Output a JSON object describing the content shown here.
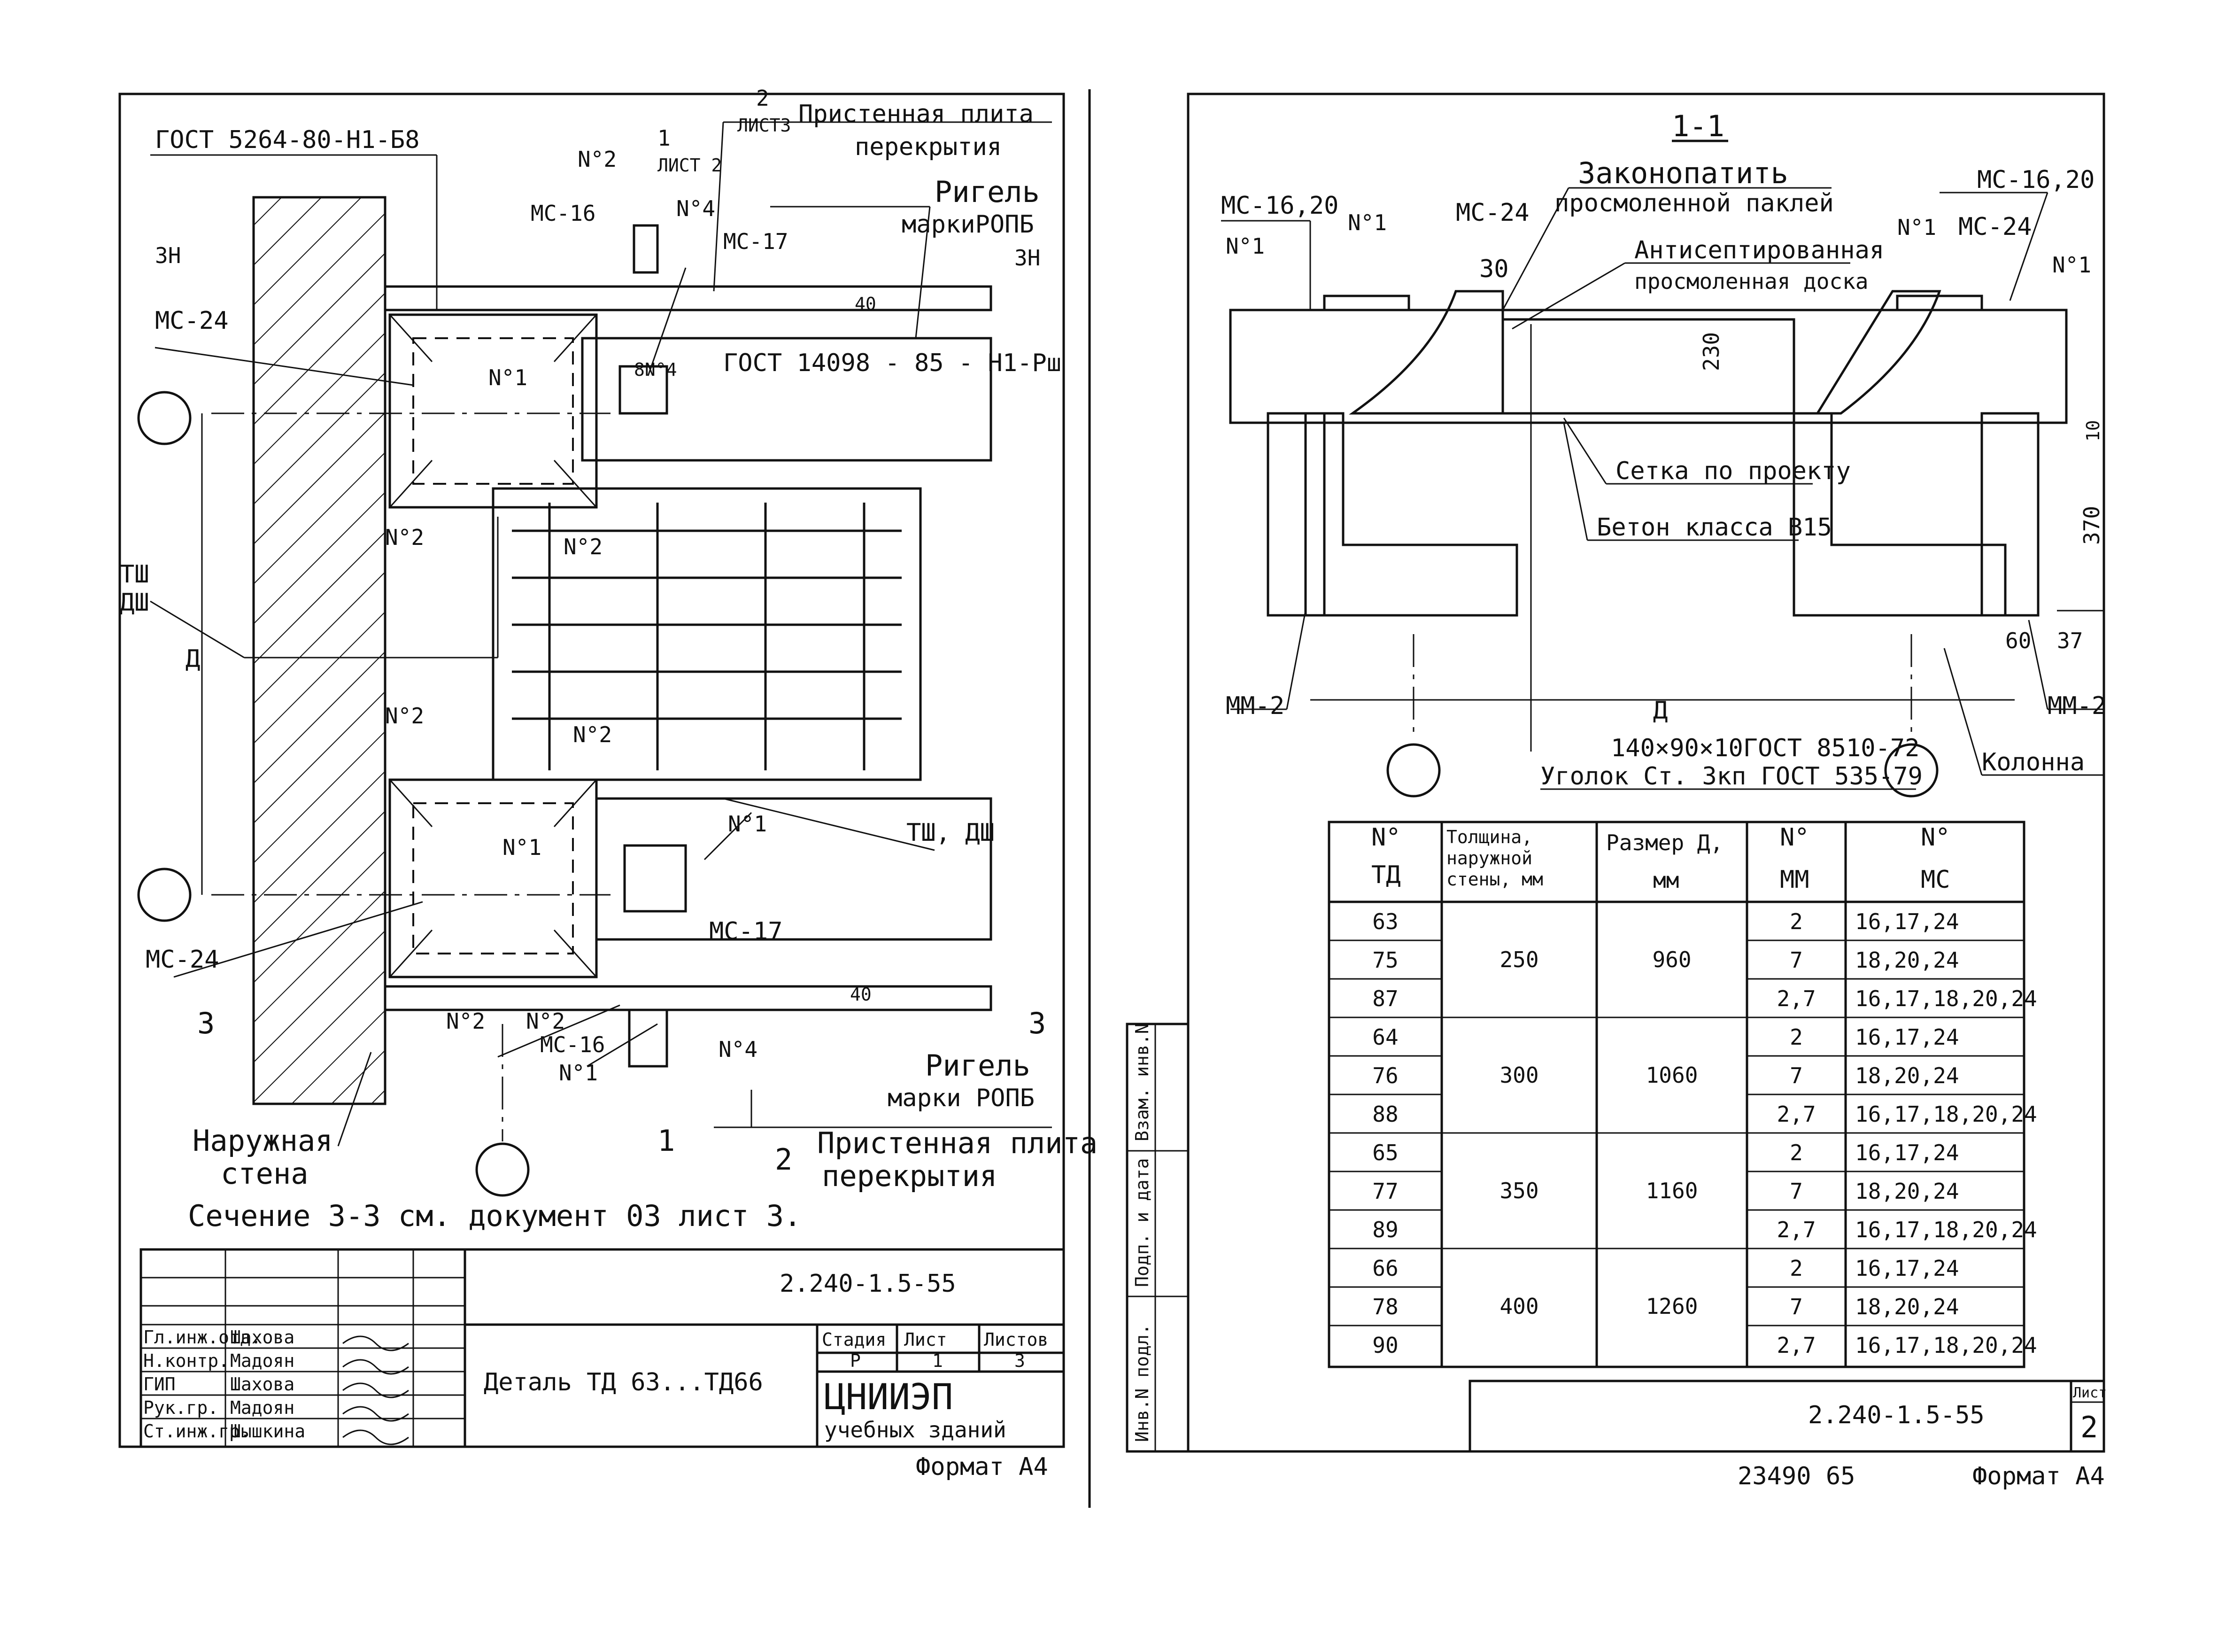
{
  "left_sheet": {
    "labels": {
      "gost_5264": "ГОСТ 5264-80-Н1-Б8",
      "n2_top": "N°2",
      "ref_1": "1",
      "list2": "ЛИСТ 2",
      "ref_2": "2",
      "list3": "ЛИСТ3",
      "wall_slab_top": "Пристенная плита",
      "wall_slab_top2": "перекрытия",
      "ms16_top": "МС-16",
      "n4_top": "N°4",
      "rigel_top": "Ригель",
      "rigel_mark_top": "маркиРОПБ",
      "zn_left": "3Н",
      "zn_right": "3Н",
      "ms17_top": "МС-17",
      "dim_40_top": "40",
      "ms24_top": "МС-24",
      "n1_top": "N°1",
      "n4_weld": "8N°4",
      "gost_14098": "ГОСТ 14098 - 85 - Н1-Рш",
      "n2_mid1": "N°2",
      "n2_mid2": "N°2",
      "tsh": "ТШ",
      "dsh": "ДШ",
      "dim_d": "Д",
      "n2_lower1": "N°2",
      "n2_lower2": "N°2",
      "n1_lower": "N°1",
      "n1_center": "N°1",
      "tsh_dsh": "ТШ, ДШ",
      "ms17_lower": "МС-17",
      "ms24_lower": "МС-24",
      "dim_40_lower": "40",
      "sec3_left": "3",
      "sec3_right": "3",
      "n2_bot1": "N°2",
      "n2_bot2": "N°2",
      "ms16_bot": "МС-16",
      "n1_bot": "N°1",
      "n4_bot": "N°4",
      "rigel_bot": "Ригель",
      "rigel_mark_bot": "марки РОПБ",
      "ext_wall": "Наружная",
      "ext_wall2": "стена",
      "cut1": "1",
      "cut2": "2",
      "wall_slab_bot": "Пристенная плита",
      "wall_slab_bot2": "перекрытия",
      "section_note": "Сечение 3-3 см. документ 03 лист 3."
    },
    "title_block": {
      "doc_code": "2.240-1.5-55",
      "roles": [
        "Гл.инж.отд.",
        "Н.контр.",
        "ГИП",
        "Рук.гр.",
        "Ст.инж.гр."
      ],
      "names": [
        "Шахова",
        "Мадоян",
        "Шахова",
        "Мадоян",
        "Шышкина"
      ],
      "detail_title": "Деталь ТД 63...ТД66",
      "stage_label": "Стадия",
      "sheet_label": "Лист",
      "sheets_label": "Листов",
      "stage_value": "Р",
      "sheet_value": "1",
      "sheets_value": "3",
      "org_logo": "ЦНИИЭП",
      "org_sub": "учебных зданий",
      "format": "Формат А4"
    }
  },
  "right_sheet": {
    "labels": {
      "section_title": "1-1",
      "caulk": "Законопатить",
      "caulk2": "просмоленной паклей",
      "ms1620_left": "МС-16,20",
      "ms1620_right": "МС-16,20",
      "n1_a": "N°1",
      "ms24_a": "МС-24",
      "n1_b": "N°1",
      "n1_c": "N°1",
      "ms24_b": "МС-24",
      "n1_d": "N°1",
      "antiseptic": "Антисептированная",
      "antiseptic2": "просмоленная доска",
      "dim_30": "30",
      "dim_230": "230",
      "dim_10": "10",
      "mesh": "Сетка по проекту",
      "concrete": "Бетон класса В15",
      "dim_370": "370",
      "dim_60": "60",
      "dim_37": "37",
      "mm2_left": "ММ-2",
      "mm2_right": "ММ-2",
      "dim_d": "Д",
      "angle": "140×90×10ГОСТ 8510-72",
      "angle2": "Уголок Ст. 3кп ГОСТ 535-79",
      "column": "Колонна"
    },
    "table": {
      "headers": [
        "N° ТД",
        "Толщина, наружной стены, мм",
        "Размер Д, мм",
        "N° ММ",
        "N° МС"
      ],
      "header_lines": {
        "c1": [
          "N°",
          "ТД"
        ],
        "c2": [
          "Толщина,",
          "наружной",
          "стены, мм"
        ],
        "c3": [
          "Размер Д,",
          "мм"
        ],
        "c4": [
          "N°",
          "ММ"
        ],
        "c5": [
          "N°",
          "МС"
        ]
      },
      "groups": [
        {
          "thickness": "250",
          "size_d": "960",
          "rows": [
            {
              "td": "63",
              "mm": "2",
              "ms": "16,17,24"
            },
            {
              "td": "75",
              "mm": "7",
              "ms": "18,20,24"
            },
            {
              "td": "87",
              "mm": "2,7",
              "ms": "16,17,18,20,24"
            }
          ]
        },
        {
          "thickness": "300",
          "size_d": "1060",
          "rows": [
            {
              "td": "64",
              "mm": "2",
              "ms": "16,17,24"
            },
            {
              "td": "76",
              "mm": "7",
              "ms": "18,20,24"
            },
            {
              "td": "88",
              "mm": "2,7",
              "ms": "16,17,18,20,24"
            }
          ]
        },
        {
          "thickness": "350",
          "size_d": "1160",
          "rows": [
            {
              "td": "65",
              "mm": "2",
              "ms": "16,17,24"
            },
            {
              "td": "77",
              "mm": "7",
              "ms": "18,20,24"
            },
            {
              "td": "89",
              "mm": "2,7",
              "ms": "16,17,18,20,24"
            }
          ]
        },
        {
          "thickness": "400",
          "size_d": "1260",
          "rows": [
            {
              "td": "66",
              "mm": "2",
              "ms": "16,17,24"
            },
            {
              "td": "78",
              "mm": "7",
              "ms": "18,20,24"
            },
            {
              "td": "90",
              "mm": "2,7",
              "ms": "16,17,18,20,24"
            }
          ]
        }
      ]
    },
    "side_stamp": [
      "Инв.N подл.",
      "Подп. и дата",
      "Взам. инв.N"
    ],
    "title_block": {
      "doc_code": "2.240-1.5-55",
      "sheet_label": "Лист",
      "sheet_value": "2"
    },
    "bottom_code": "23490 65",
    "format": "Формат А4"
  }
}
